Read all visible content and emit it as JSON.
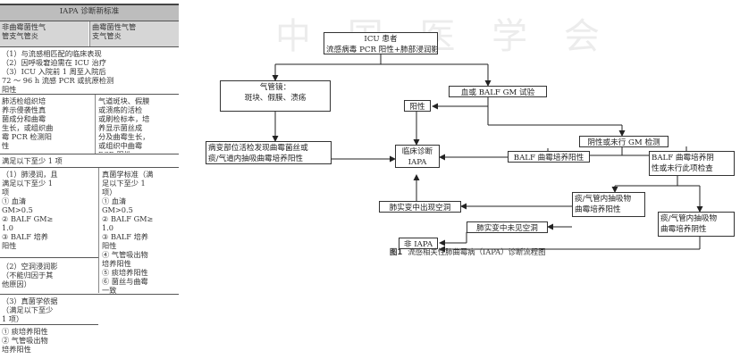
{
  "table": {
    "title": "IAPA 诊断新标准",
    "col_headers": [
      "非曲霉菌性气\n管支气管炎",
      "曲霉菌性气管\n支气管炎"
    ],
    "row1": "（1）与流感相匹配的临床表现\n（2）因呼吸窘迫需在 ICU 治疗\n（3）ICU 入院前 1 周至入院后\n72 ～ 96 h 流感 PCR 或抗原检测\n阳性",
    "row2_left": "肺活检组织培\n养示侵袭性真\n菌成分和曲霉\n生长，或组织曲\n霉 PCR 检测阳\n性",
    "row2_right": "气道斑块、假膜\n或溃疡的活检\n或刷检标本，培\n养显示菌丝成\n分及曲霉生长，\n或组织中曲霉\nPCR 阳性",
    "row3": "满足以下至少 1 项",
    "row4_left": "（1）肺浸润，且\n满足以下至少 1\n项\n① 血清\nGM>0.5\n② BALF GM≥\n1.0\n③ BALF 培养\n阳性",
    "row4_right": "真菌学标准（满\n足以下至少 1\n项）\n① 血清\nGM>0.5\n② BALF GM≥\n1.0\n③ BALF 培养\n阳性\n④ 气管吸出物\n培养阳性\n⑤ 痰培养阳性\n⑥ 菌丝与曲霉\n一致",
    "row5_left": "（2）空洞浸润影\n（不能归因于其\n他原因）",
    "row6_left": "（3）真菌学依据\n（满足以下至少\n1 项）",
    "row7_left": "① 痰培养阳性\n② 气管吸出物\n培养阳性"
  },
  "flowchart": {
    "watermark": "中 国 医 学 会",
    "nodes": {
      "icu": "ICU 患者\n流感病毒 PCR 阳性+肺部浸润影",
      "bronch": "气管镜：\n斑块、假膜、溃疡",
      "serum": "血或 BALF GM 试验",
      "positive": "阳性",
      "neg_or_not": "阴性或未行 GM 检测",
      "biopsy": "病变部位活检发现曲霉菌丝或\n痰/气道内抽吸曲霉培养阳性",
      "clinical": "临床诊断\nIAPA",
      "balf_pos": "BALF 曲霉培养阳性",
      "balf_neg": "BALF 曲霉培养阴\n性或未行此项检查",
      "sputum_pos": "痰/气管内抽吸物\n曲霉培养阳性",
      "sputum_neg": "痰/气管内抽吸物\n曲霉培养阴性",
      "cavity": "肺实变中出现空洞",
      "no_cavity": "肺实变中未见空洞",
      "non_iapa": "非 IAPA"
    },
    "caption_label": "图1",
    "caption_text": "流感相关性肺曲霉病（IAPA）诊断流程图"
  }
}
